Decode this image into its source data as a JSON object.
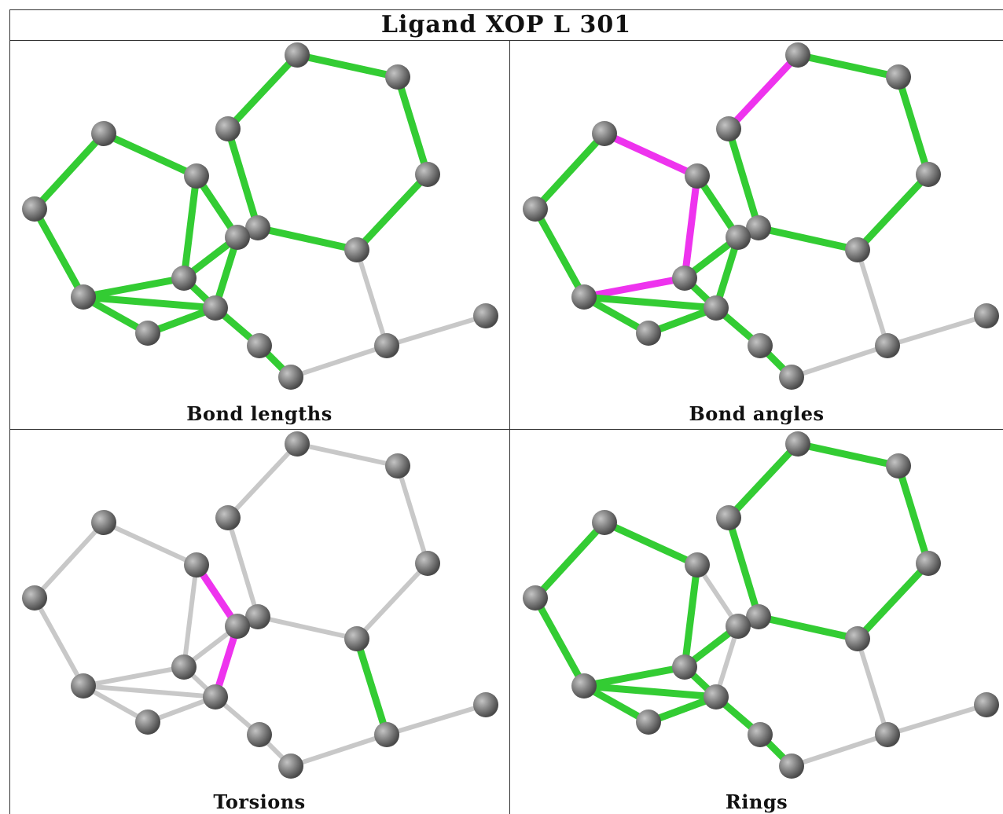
{
  "title": "Ligand XOP L 301",
  "panels": [
    {
      "caption": "Bond lengths"
    },
    {
      "caption": "Bond angles"
    },
    {
      "caption": "Torsions"
    },
    {
      "caption": "Rings"
    }
  ],
  "colors": {
    "ok": "#33cc33",
    "outlier": "#ee33ee",
    "neutral": "#c8c8c8",
    "atom": "#7a7a7a"
  },
  "bond_status": [
    [
      "ok",
      "ok",
      "ok",
      "ok",
      "ok",
      "ok",
      "ok",
      "ok",
      "ok",
      "ok",
      "ok",
      "ok",
      "ok",
      "ok",
      "ok",
      "ok",
      "ok",
      "neutral",
      "neutral",
      "neutral",
      "ok",
      "ok",
      "ok",
      "ok",
      "ok"
    ],
    [
      "ok",
      "ok",
      "ok",
      "ok",
      "ok",
      "outlier",
      "outlier",
      "outlier",
      "outlier",
      "ok",
      "ok",
      "ok",
      "ok",
      "ok",
      "ok",
      "ok",
      "ok",
      "neutral",
      "neutral",
      "neutral",
      "ok",
      "ok",
      "ok",
      "ok",
      "ok"
    ],
    [
      "neutral",
      "neutral",
      "neutral",
      "neutral",
      "neutral",
      "neutral",
      "neutral",
      "neutral",
      "neutral",
      "neutral",
      "neutral",
      "outlier",
      "outlier",
      "neutral",
      "neutral",
      "neutral",
      "neutral",
      "ok",
      "neutral",
      "neutral",
      "neutral",
      "neutral",
      "neutral",
      "neutral",
      "neutral"
    ],
    [
      "ok",
      "ok",
      "ok",
      "ok",
      "ok",
      "ok",
      "ok",
      "ok",
      "ok",
      "ok",
      "ok",
      "neutral",
      "neutral",
      "ok",
      "ok",
      "ok",
      "ok",
      "neutral",
      "neutral",
      "neutral",
      "ok",
      "ok",
      "ok",
      "ok",
      "ok"
    ]
  ]
}
